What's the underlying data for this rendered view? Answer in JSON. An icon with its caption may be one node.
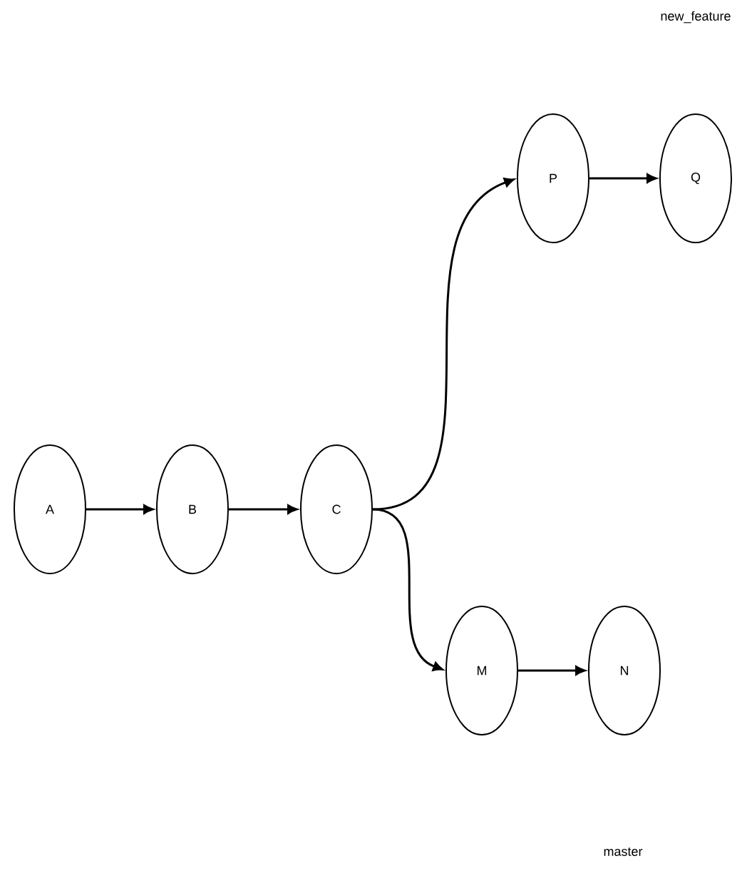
{
  "diagram": {
    "nodes": [
      {
        "text": [
          "A"
        ]
      },
      {
        "text": [
          "B"
        ]
      },
      {
        "text": [
          "C"
        ]
      },
      {
        "text": [
          "P"
        ]
      },
      {
        "text": [
          "Q"
        ]
      },
      {
        "text": [
          "M"
        ]
      },
      {
        "text": [
          "N"
        ]
      }
    ],
    "edges": [
      {
        "from": 0,
        "to": 1,
        "arrow": "to"
      },
      {
        "from": 1,
        "to": 2,
        "arrow": "to"
      },
      {
        "from": 2,
        "to": 3,
        "arrow": "to"
      },
      {
        "from": 3,
        "to": 4,
        "arrow": "to"
      },
      {
        "from": 2,
        "to": 5,
        "arrow": "to"
      },
      {
        "from": 5,
        "to": 6,
        "arrow": "to"
      }
    ],
    "labels": [
      "new_feature",
      "master"
    ]
  }
}
